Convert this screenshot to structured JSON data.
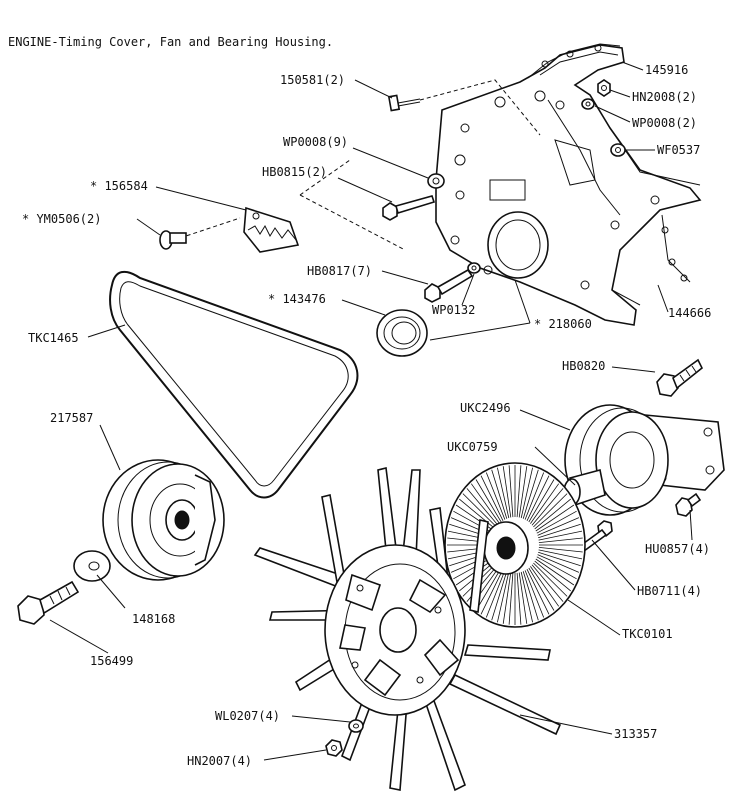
{
  "title": "ENGINE-Timing Cover, Fan and Bearing Housing.",
  "callouts": {
    "c145916": "145916",
    "hn2008": "HN2008(2)",
    "wp0008a": "WP0008(2)",
    "wf0537": "WF0537",
    "c150581": "150581(2)",
    "wp0008b": "WP0008(9)",
    "hb0815": "HB0815(2)",
    "c156584": "* 156584",
    "ym0506": "* YM0506(2)",
    "hb0817": "HB0817(7)",
    "c143476": "* 143476",
    "wp0132": "WP0132",
    "c218060": "* 218060",
    "c144666": "144666",
    "tkc1465": "TKC1465",
    "hb0820": "HB0820",
    "ukc2496": "UKC2496",
    "c217587": "217587",
    "ukc0759": "UKC0759",
    "hu0857": "HU0857(4)",
    "hb0711": "HB0711(4)",
    "c148168": "148168",
    "tkc0101": "TKC0101",
    "c156499": "156499",
    "wl0207": "WL0207(4)",
    "c313357": "313357",
    "hn2007": "HN2007(4)"
  }
}
